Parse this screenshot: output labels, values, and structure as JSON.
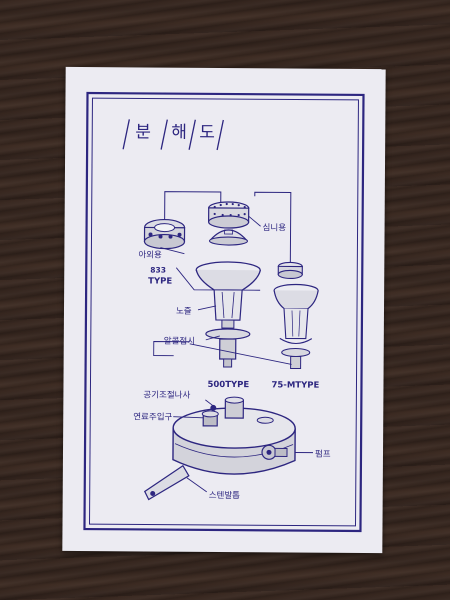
{
  "title_chars": [
    "분",
    "해",
    "도"
  ],
  "labels": {
    "top_cap": "심니용",
    "outer_ring": "아외용",
    "type_833_num": "833",
    "type_833_word": "TYPE",
    "nozzle": "노즐",
    "plate": "알콜접시",
    "type_500": "500TYPE",
    "type_75m": "75-MTYPE",
    "air_screw": "공기조절나사",
    "fuel_port": "연료주입구",
    "pump": "펌프",
    "stand": "스텐발톱"
  },
  "colors": {
    "paper": "#ecebf2",
    "ink": "#2d2680",
    "steel": "#cfcfd6"
  }
}
